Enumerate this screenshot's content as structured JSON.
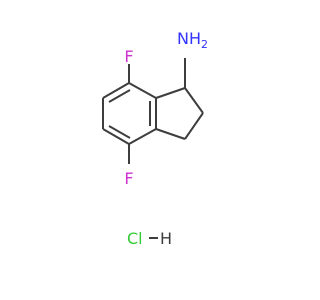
{
  "molecule": {
    "atoms": {
      "f_top": "F",
      "f_bottom": "F",
      "amine": "NH",
      "amine_h_count": "2",
      "chloride": "Cl",
      "hydrogen": "H"
    },
    "colors": {
      "bond": "#3d3d3d",
      "fluorine": "#cc33cc",
      "nitrogen": "#3333ff",
      "chlorine": "#33cc33",
      "hydrogen": "#3d3d3d"
    }
  }
}
